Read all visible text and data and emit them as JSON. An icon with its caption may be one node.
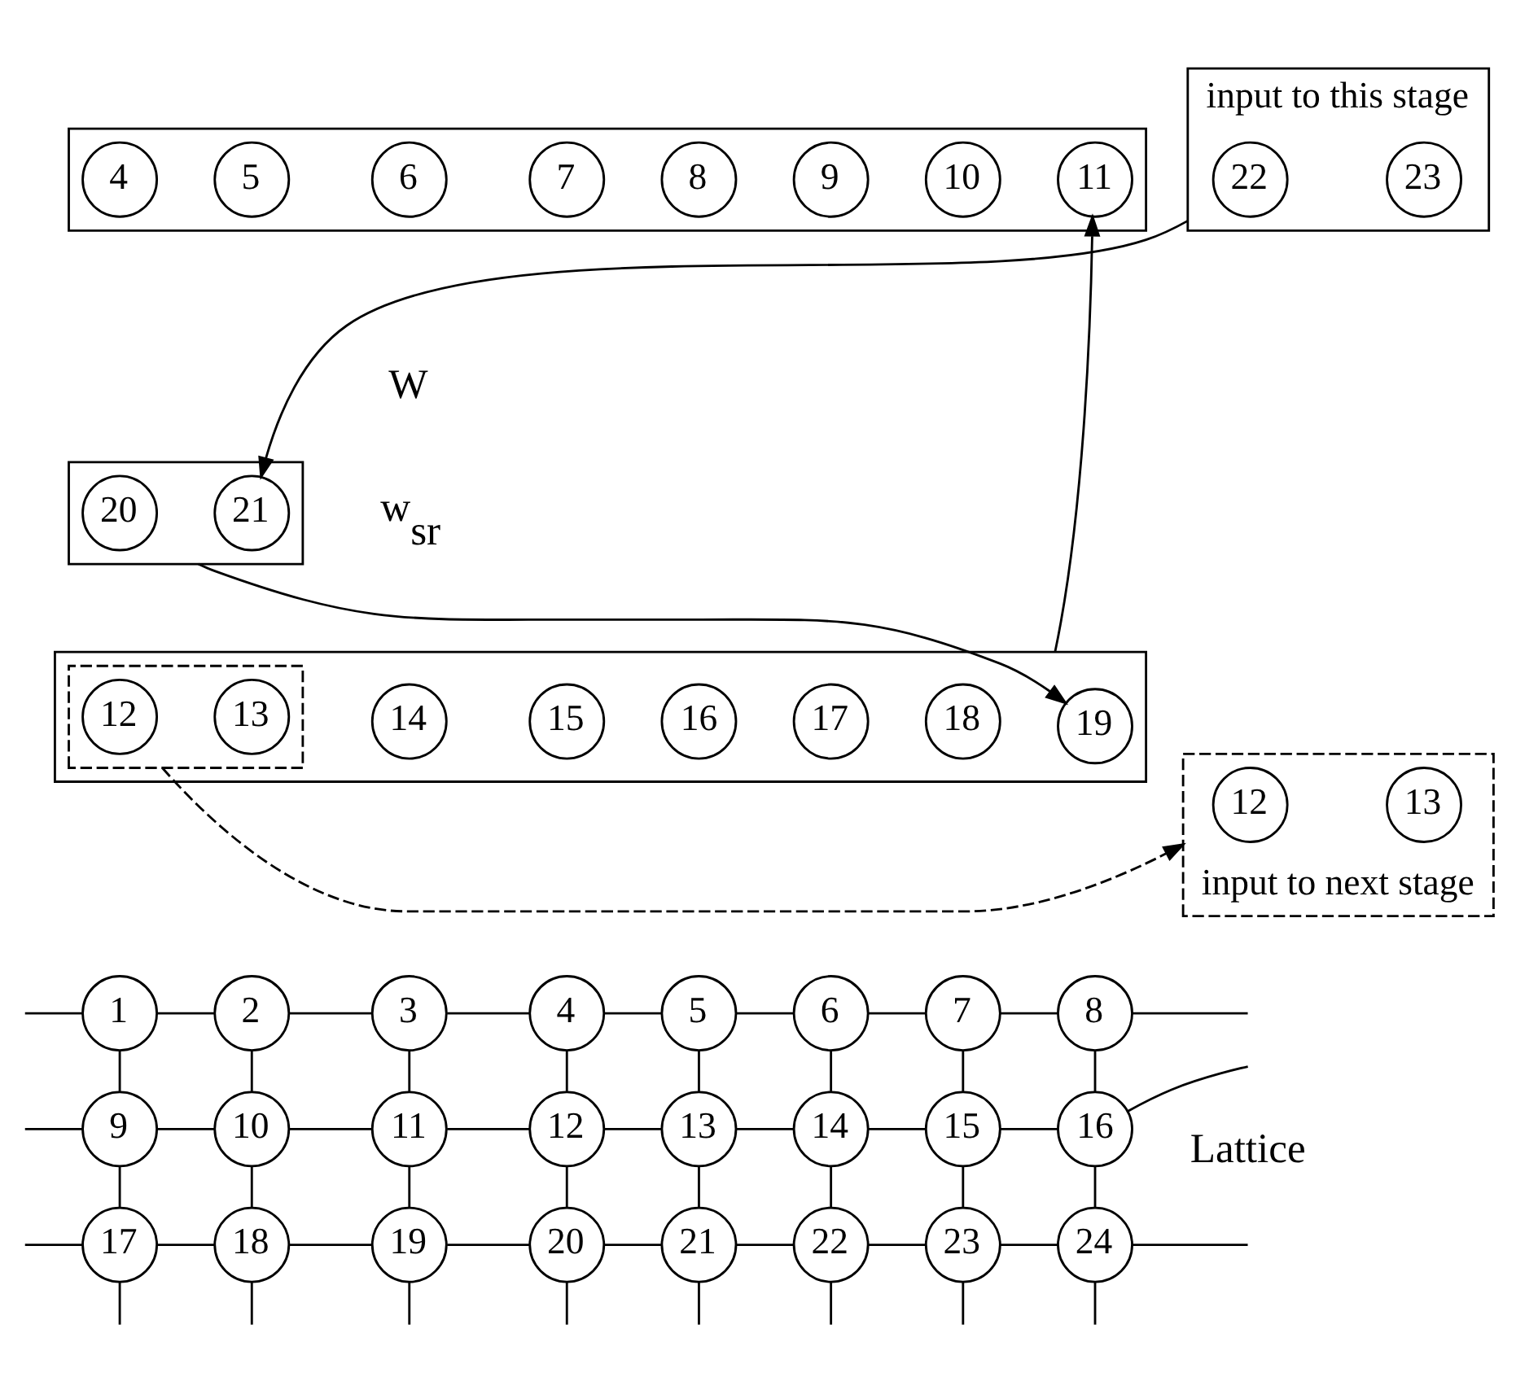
{
  "diagram": {
    "nodes": [
      {
        "text": [
          "1"
        ]
      },
      {
        "text": [
          "2"
        ]
      },
      {
        "text": [
          "3"
        ]
      },
      {
        "text": [
          "4"
        ]
      },
      {
        "text": [
          "5"
        ]
      },
      {
        "text": [
          "6"
        ]
      },
      {
        "text": [
          "7"
        ]
      },
      {
        "text": [
          "8"
        ]
      },
      {
        "text": [
          "9"
        ]
      },
      {
        "text": [
          "10"
        ]
      },
      {
        "text": [
          "11"
        ]
      },
      {
        "text": [
          "12"
        ]
      },
      {
        "text": [
          "13"
        ]
      },
      {
        "text": [
          "14"
        ]
      },
      {
        "text": [
          "15"
        ]
      },
      {
        "text": [
          "16"
        ]
      },
      {
        "text": [
          "17"
        ]
      },
      {
        "text": [
          "18"
        ]
      },
      {
        "text": [
          "19"
        ]
      },
      {
        "text": [
          "20"
        ]
      },
      {
        "text": [
          "21"
        ]
      },
      {
        "text": [
          "22"
        ]
      },
      {
        "text": [
          "23"
        ]
      },
      {
        "text": [
          "24"
        ]
      },
      {
        "text": [],
        "shape": "box"
      },
      {
        "text": [
          "4"
        ],
        "in": 24
      },
      {
        "text": [
          "5"
        ],
        "in": 24
      },
      {
        "text": [
          "6"
        ],
        "in": 24
      },
      {
        "text": [
          "7"
        ],
        "in": 24
      },
      {
        "text": [
          "8"
        ],
        "in": 24
      },
      {
        "text": [
          "9"
        ],
        "in": 24
      },
      {
        "text": [
          "10"
        ],
        "in": 24
      },
      {
        "text": [
          "11"
        ],
        "in": 24
      },
      {
        "text": [],
        "shape": "box"
      },
      {
        "text": [],
        "shape": "box",
        "in": 33
      },
      {
        "text": [
          "12"
        ],
        "in": 34
      },
      {
        "text": [
          "13"
        ],
        "in": 34
      },
      {
        "text": [
          "14"
        ],
        "in": 33
      },
      {
        "text": [
          "15"
        ],
        "in": 33
      },
      {
        "text": [
          "16"
        ],
        "in": 33
      },
      {
        "text": [
          "17"
        ],
        "in": 33
      },
      {
        "text": [
          "18"
        ],
        "in": 33
      },
      {
        "text": [
          "19"
        ],
        "in": 33
      },
      {
        "text": [
          "input to this stage"
        ]
      },
      {
        "text": [
          "22"
        ],
        "in": 43
      },
      {
        "text": [
          "23"
        ],
        "in": 43
      },
      {
        "text": [],
        "shape": "box"
      },
      {
        "text": [
          "20"
        ],
        "in": 46
      },
      {
        "text": [
          "21"
        ],
        "in": 46
      },
      {
        "text": [
          "input to next stage"
        ]
      },
      {
        "text": [
          "12"
        ],
        "in": 49
      },
      {
        "text": [
          "13"
        ],
        "in": 49
      }
    ],
    "edges": [
      {
        "from": null,
        "to": 0,
        "arrow": "none"
      },
      {
        "from": 0,
        "to": 1,
        "arrow": "none"
      },
      {
        "from": 1,
        "to": 2,
        "arrow": "none"
      },
      {
        "from": 2,
        "to": 3,
        "arrow": "none"
      },
      {
        "from": 3,
        "to": 4,
        "arrow": "none"
      },
      {
        "from": 4,
        "to": 5,
        "arrow": "none"
      },
      {
        "from": 5,
        "to": 6,
        "arrow": "none"
      },
      {
        "from": 6,
        "to": 7,
        "arrow": "none"
      },
      {
        "from": 7,
        "to": null,
        "arrow": "none"
      },
      {
        "from": null,
        "to": 8,
        "arrow": "none"
      },
      {
        "from": 8,
        "to": 9,
        "arrow": "none"
      },
      {
        "from": 9,
        "to": 10,
        "arrow": "none"
      },
      {
        "from": 10,
        "to": 11,
        "arrow": "none"
      },
      {
        "from": 11,
        "to": 12,
        "arrow": "none"
      },
      {
        "from": 12,
        "to": 13,
        "arrow": "none"
      },
      {
        "from": 13,
        "to": 14,
        "arrow": "none"
      },
      {
        "from": 14,
        "to": 15,
        "arrow": "none"
      },
      {
        "from": 15,
        "to": null,
        "arrow": "none"
      },
      {
        "from": null,
        "to": 16,
        "arrow": "none"
      },
      {
        "from": 16,
        "to": 17,
        "arrow": "none"
      },
      {
        "from": 17,
        "to": 18,
        "arrow": "none"
      },
      {
        "from": 18,
        "to": 19,
        "arrow": "none"
      },
      {
        "from": 19,
        "to": 20,
        "arrow": "none"
      },
      {
        "from": 20,
        "to": 21,
        "arrow": "none"
      },
      {
        "from": 21,
        "to": 22,
        "arrow": "none"
      },
      {
        "from": 22,
        "to": 23,
        "arrow": "none"
      },
      {
        "from": 23,
        "to": null,
        "arrow": "none"
      },
      {
        "from": 0,
        "to": 8,
        "arrow": "none"
      },
      {
        "from": 1,
        "to": 9,
        "arrow": "none"
      },
      {
        "from": 2,
        "to": 10,
        "arrow": "none"
      },
      {
        "from": 3,
        "to": 11,
        "arrow": "none"
      },
      {
        "from": 4,
        "to": 12,
        "arrow": "none"
      },
      {
        "from": 5,
        "to": 13,
        "arrow": "none"
      },
      {
        "from": 6,
        "to": 14,
        "arrow": "none"
      },
      {
        "from": 7,
        "to": 15,
        "arrow": "none"
      },
      {
        "from": 8,
        "to": 16,
        "arrow": "none"
      },
      {
        "from": 9,
        "to": 17,
        "arrow": "none"
      },
      {
        "from": 10,
        "to": 18,
        "arrow": "none"
      },
      {
        "from": 11,
        "to": 19,
        "arrow": "none"
      },
      {
        "from": 12,
        "to": 20,
        "arrow": "none"
      },
      {
        "from": 13,
        "to": 21,
        "arrow": "none"
      },
      {
        "from": 14,
        "to": 22,
        "arrow": "none"
      },
      {
        "from": 15,
        "to": 23,
        "arrow": "none"
      },
      {
        "from": 16,
        "to": null,
        "arrow": "none"
      },
      {
        "from": 17,
        "to": null,
        "arrow": "none"
      },
      {
        "from": 18,
        "to": null,
        "arrow": "none"
      },
      {
        "from": 19,
        "to": null,
        "arrow": "none"
      },
      {
        "from": 20,
        "to": null,
        "arrow": "none"
      },
      {
        "from": 21,
        "to": null,
        "arrow": "none"
      },
      {
        "from": 22,
        "to": null,
        "arrow": "none"
      },
      {
        "from": 23,
        "to": null,
        "arrow": "none"
      },
      {
        "from": 33,
        "to": 32,
        "arrow": "to"
      },
      {
        "from": 46,
        "to": 42,
        "arrow": "to"
      },
      {
        "from": 43,
        "to": 48,
        "arrow": "to"
      },
      {
        "from": 34,
        "to": 49,
        "arrow": "to",
        "style": "dashed"
      }
    ],
    "labels": [
      "Lattice",
      "W",
      "w$_{sr}$"
    ]
  }
}
